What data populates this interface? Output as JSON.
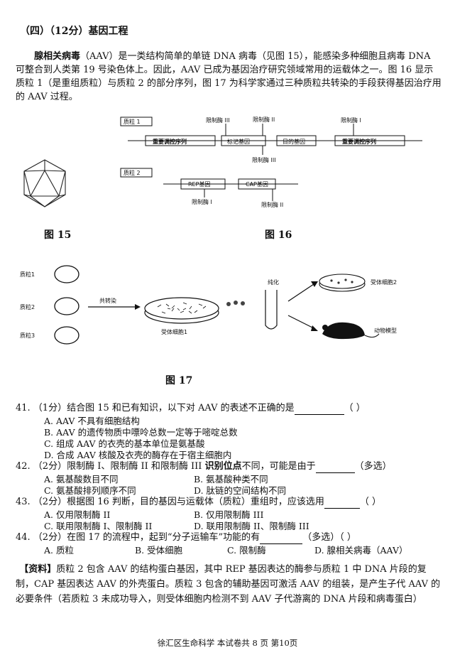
{
  "section_title": "（四）（12分）基因工程",
  "intro": {
    "bold_term": "腺相关病毒",
    "text": "（AAV）是一类结构简单的单链 DNA 病毒（见图 15），能感染多种细胞且病毒 DNA 可整合到人类第 19 号染色体上。因此，AAV 已成为基因治疗研究领域常用的运载体之一。图 16 显示质粒 1（是重组质粒）与质粒 2 的部分序列，图 17 为科学家通过三种质粒共转染的手段获得基因治疗用的 AAV 过程。"
  },
  "fig16": {
    "plasmid1_label": "质粒 1",
    "plasmid2_label": "质粒 2",
    "reg_seq": "重要调控序列",
    "marker_gene": "标记基因",
    "target_gene": "目的基因",
    "rep_gene": "REP基因",
    "cap_gene": "CAP基因",
    "enzyme1": "限制酶 I",
    "enzyme2": "限制酶 II",
    "enzyme3": "限制酶 III"
  },
  "fig17": {
    "p1": "质粒1",
    "p2": "质粒2",
    "p3": "质粒3",
    "cotransfect": "共转染",
    "receptor1": "受体细胞1",
    "purify": "纯化",
    "receptor2": "受体细胞2",
    "animal_model": "动物模型"
  },
  "captions": {
    "fig15": "图 15",
    "fig16": "图 16",
    "fig17": "图 17"
  },
  "questions": [
    {
      "stem": "41. （1分）结合图 15 和已有知识，以下对 AAV 的表述不正确的是",
      "suffix": "（      ）",
      "options": [
        "A. AAV 不具有细胞结构",
        "B. AAV 的遗传物质中嘌呤总数一定等于嘧啶总数",
        "C. 组成 AAV 的衣壳的基本单位是氨基酸",
        "D. 合成 AAV 核酸及衣壳的酶存在于宿主细胞内"
      ]
    },
    {
      "stem_a": "42. （2分）限制酶 I、限制酶 II 和限制酶 III ",
      "stem_bold": "识别位点",
      "stem_b": "不同，可能是由于",
      "suffix": "（多选）",
      "options": [
        "A. 氨基酸数目不同",
        "B. 氨基酸种类不同",
        "C. 氨基酸排列顺序不同",
        "D. 肽链的空间结构不同"
      ]
    },
    {
      "stem": "43. （2分）根据图 16 判断，目的基因与运载体（质粒）重组时，应该选用",
      "suffix": "（      ）",
      "options": [
        "A. 仅用限制酶 II",
        "B. 仅用限制酶 III",
        "C. 联用限制酶 I、限制酶 II",
        "D. 联用限制酶 II、限制酶 III"
      ]
    },
    {
      "stem": "44. （2分）在图 17 的流程中，起到“分子运输车”功能的有",
      "suffix": "（多选）（      ）",
      "options": [
        "A. 质粒",
        "B. 受体细胞",
        "C. 限制酶",
        "D. 腺相关病毒（AAV）"
      ]
    }
  ],
  "material": {
    "label": "【资料】",
    "text": "质粒 2 包含 AAV 的结构蛋白基因，其中 REP 基因表达的酶参与质粒 1 中 DNA 片段的复制，CAP 基因表达 AAV 的外壳蛋白。质粒 3 包含的辅助基因可激活 AAV 的组装，是产生子代 AAV 的必要条件（若质粒 3 未成功导入，则受体细胞内检测不到 AAV 子代游离的 DNA 片段和病毒蛋白）"
  },
  "footer": "徐汇区生命科学   本试卷共 8 页   第10页"
}
